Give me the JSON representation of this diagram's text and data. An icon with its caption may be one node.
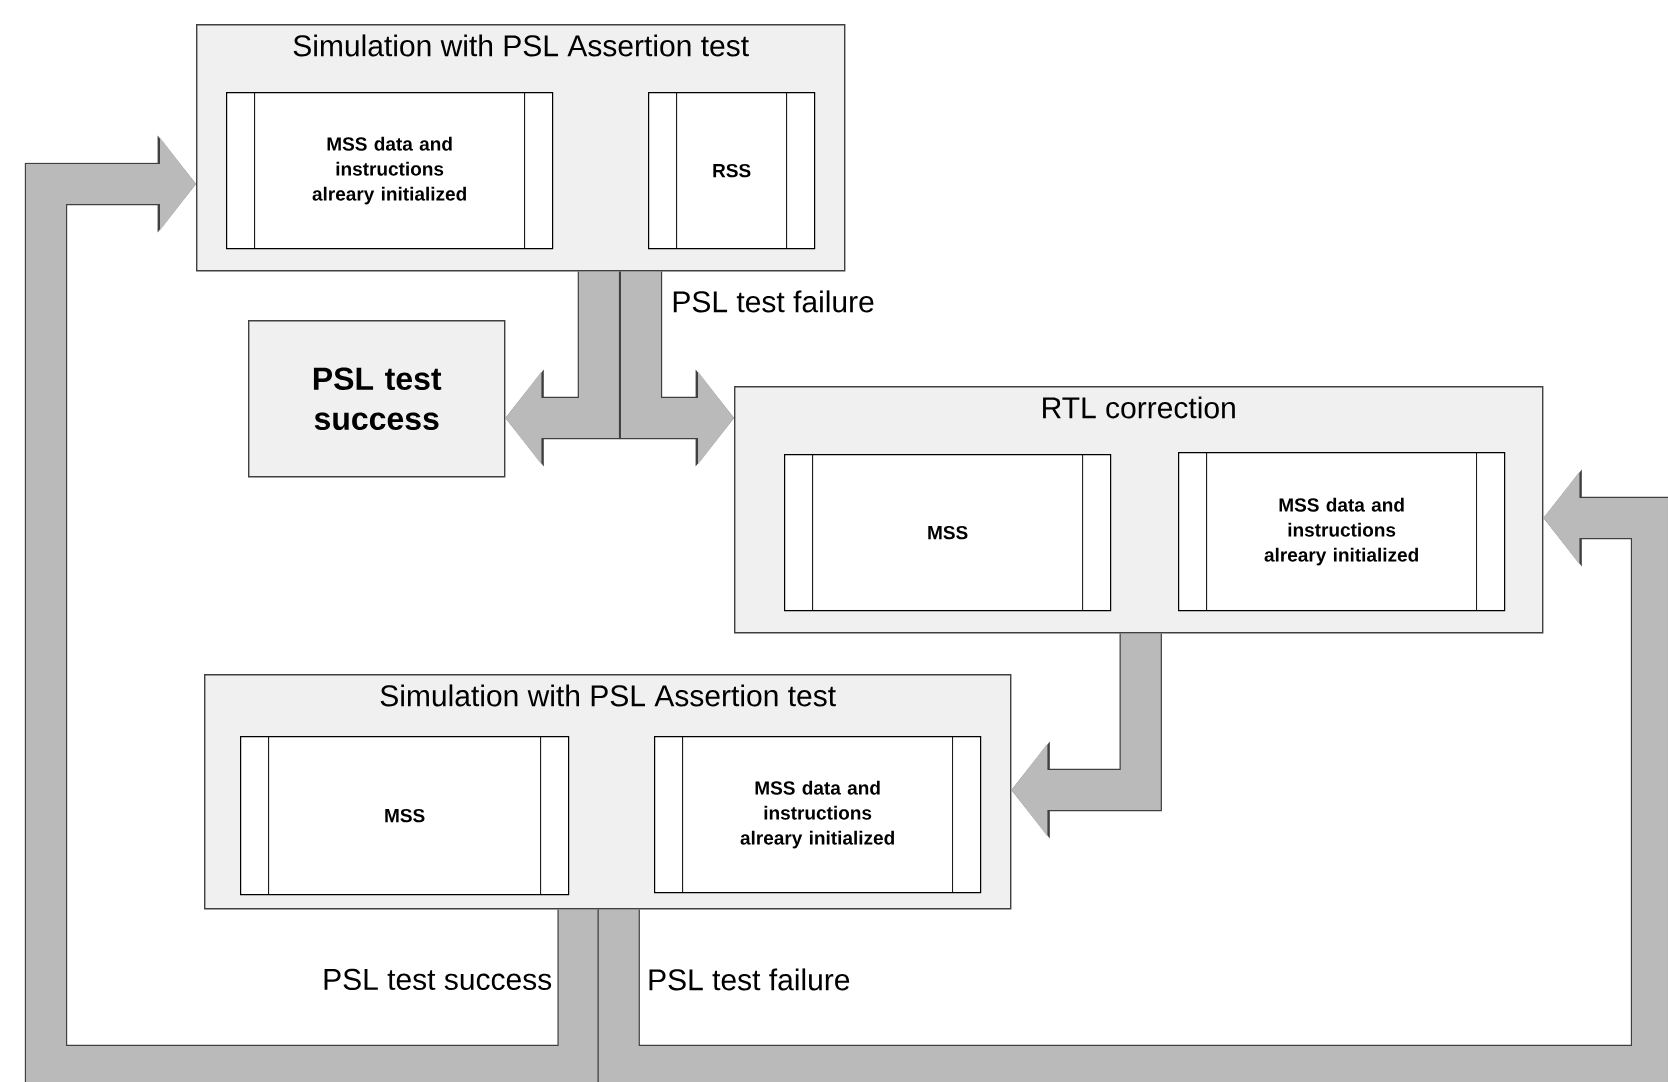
{
  "diagram": {
    "nodes": [
      {
        "text": [
          "Simulation with PSL Assertion test"
        ]
      },
      {
        "text": [
          "MSS data and instructions alreary initialized"
        ],
        "in": 0
      },
      {
        "text": [
          "RSS"
        ],
        "in": 0
      },
      {
        "text": [
          "PSL test success"
        ]
      },
      {
        "text": [
          "RTL correction"
        ]
      },
      {
        "text": [
          "MSS"
        ],
        "in": 4
      },
      {
        "text": [
          "MSS data and instructions alreary initialized"
        ],
        "in": 4
      },
      {
        "text": [
          "Simulation with PSL Assertion test"
        ]
      },
      {
        "text": [
          "MSS"
        ],
        "in": 7
      },
      {
        "text": [
          "MSS data and instructions alreary initialized"
        ],
        "in": 7
      }
    ],
    "edges": [
      {
        "from": 0,
        "to": 3,
        "arrow": "to"
      },
      {
        "from": 0,
        "to": 4,
        "arrow": "to",
        "label": "PSL test failure"
      },
      {
        "from": 4,
        "to": 7,
        "arrow": "to"
      },
      {
        "from": 7,
        "to": 0,
        "arrow": "to",
        "label": "PSL test success"
      },
      {
        "from": 7,
        "to": 4,
        "arrow": "to",
        "label": "PSL test failure"
      }
    ]
  }
}
